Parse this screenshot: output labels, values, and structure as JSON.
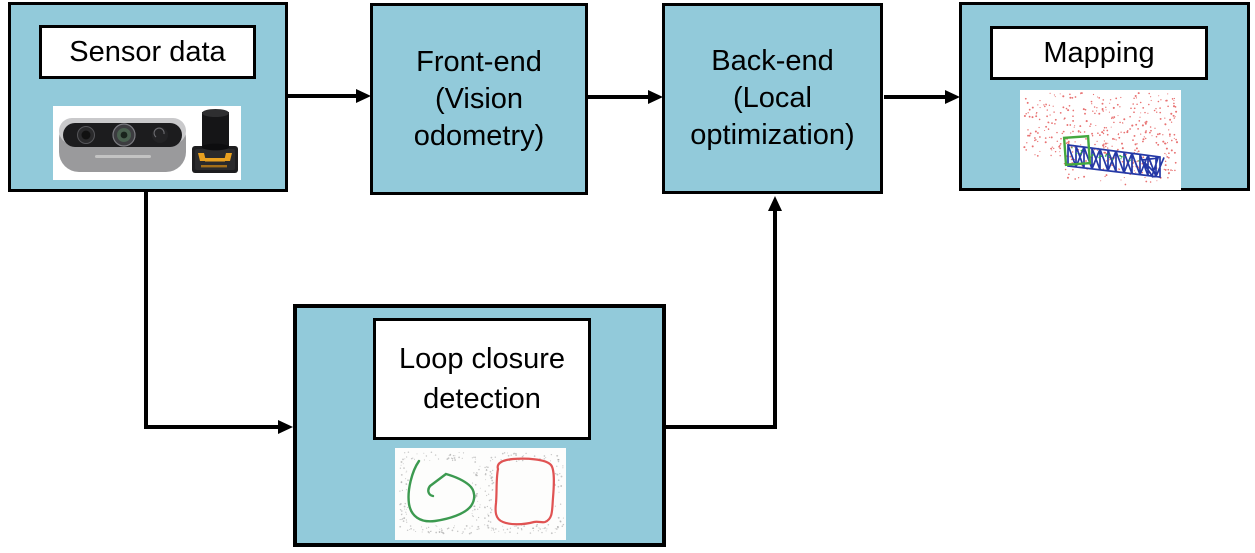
{
  "figure": {
    "name": "SLAM pipeline block diagram",
    "colors": {
      "node_fill": "#92CADA",
      "border": "#000000",
      "label_bg": "#FFFFFF",
      "map_points_red": "#E87272",
      "trajectory_blue": "#2438A6",
      "trajectory_green_dots": "#2FAA4E",
      "map_rect_green": "#44A83E",
      "loop_green": "#3C9A50",
      "loop_red": "#E05353",
      "lidar_band_orange": "#E8A020"
    },
    "nodes": {
      "sensor_data": {
        "label": "Sensor data"
      },
      "front_end": {
        "line1": "Front-end",
        "line2": "(Vision",
        "line3": "odometry)"
      },
      "back_end": {
        "line1": "Back-end",
        "line2": "(Local",
        "line3": "optimization)"
      },
      "mapping": {
        "label": "Mapping"
      },
      "loop_closure": {
        "line1": "Loop closure",
        "line2": "detection"
      }
    },
    "images": {
      "sensor_photo": "depth-camera-and-lidar-photo",
      "mapping_photo": "point-cloud-map-with-blue-trajectory-and-green-rectangle",
      "loop_photo": "green-and-red-loop-trajectory-sketches"
    }
  }
}
